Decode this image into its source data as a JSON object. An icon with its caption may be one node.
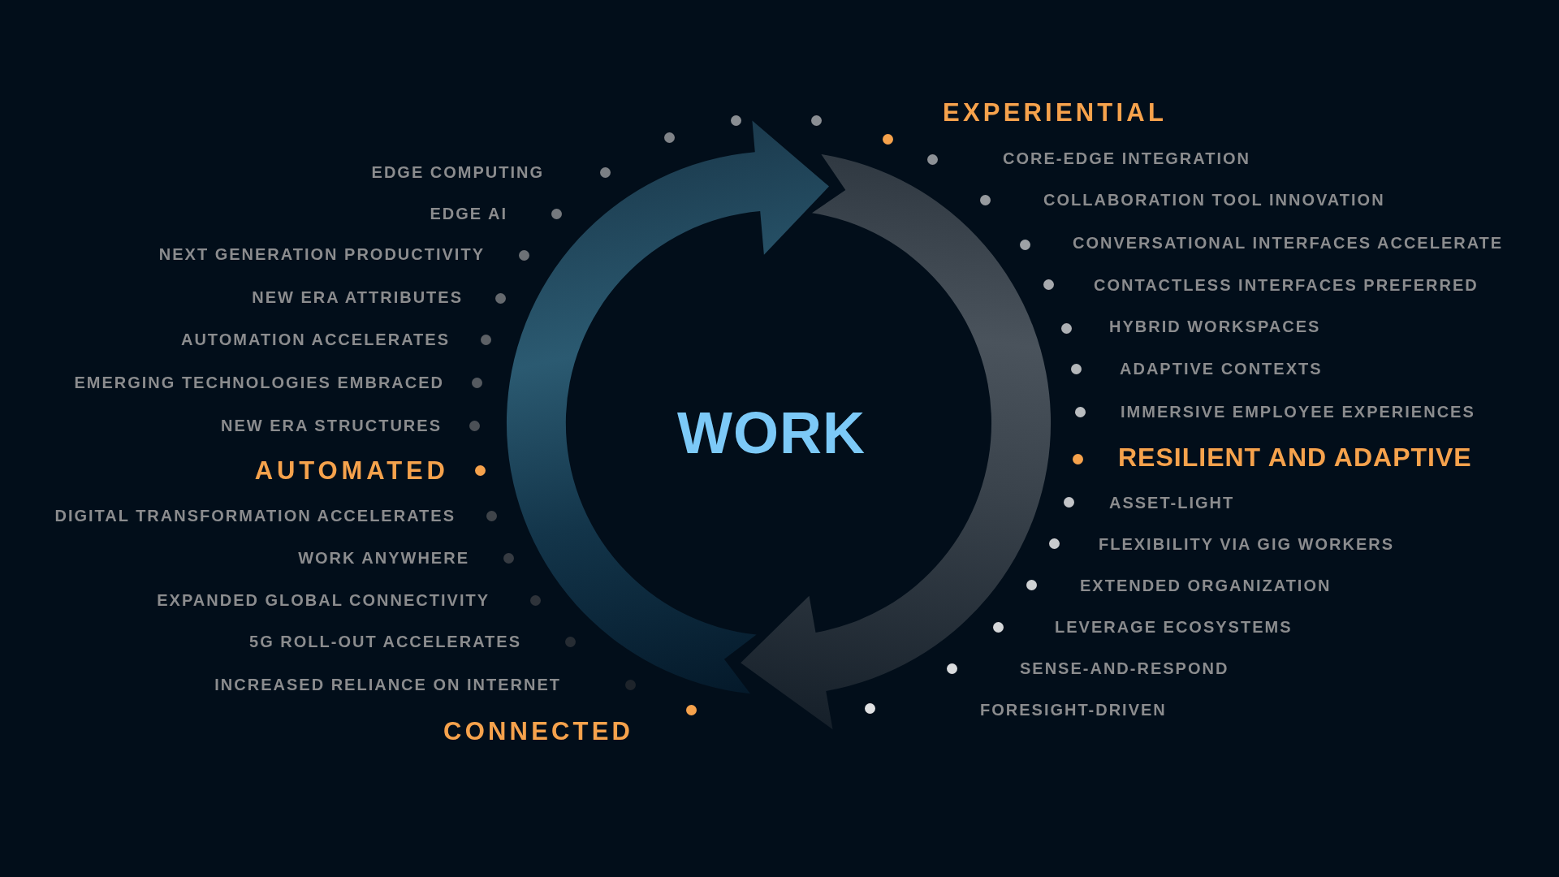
{
  "diagram": {
    "labels": [
      "WORK",
      "EDGE COMPUTING",
      "EDGE AI",
      "NEXT GENERATION PRODUCTIVITY",
      "NEW ERA ATTRIBUTES",
      "AUTOMATION ACCELERATES",
      "EMERGING TECHNOLOGIES EMBRACED",
      "NEW ERA STRUCTURES",
      "AUTOMATED",
      "DIGITAL TRANSFORMATION ACCELERATES",
      "WORK ANYWHERE",
      "EXPANDED GLOBAL CONNECTIVITY",
      "5G ROLL-OUT ACCELERATES",
      "INCREASED RELIANCE ON INTERNET",
      "CONNECTED",
      "EXPERIENTIAL",
      "CORE-EDGE INTEGRATION",
      "COLLABORATION TOOL INNOVATION",
      "CONVERSATIONAL INTERFACES ACCELERATE",
      "CONTACTLESS INTERFACES PREFERRED",
      "HYBRID WORKSPACES",
      "ADAPTIVE CONTEXTS",
      "IMMERSIVE EMPLOYEE EXPERIENCES",
      "RESILIENT AND ADAPTIVE",
      "ASSET-LIGHT",
      "FLEXIBILITY VIA GIG WORKERS",
      "EXTENDED ORGANIZATION",
      "LEVERAGE ECOSYSTEMS",
      "SENSE-AND-RESPOND",
      "FORESIGHT-DRIVEN"
    ]
  }
}
